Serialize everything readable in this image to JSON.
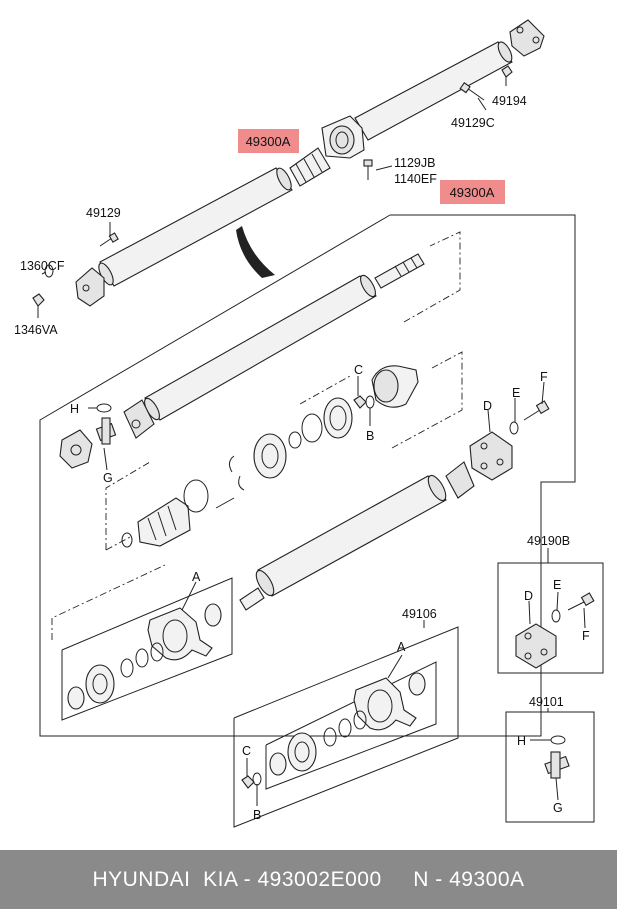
{
  "labels": {
    "top_49300A": "49300A",
    "mid_49300A": "49300A",
    "p49129": "49129",
    "p1360CF": "1360CF",
    "p1346VA": "1346VA",
    "p49194": "49194",
    "p49129C": "49129C",
    "p1129JB": "1129JB",
    "p1140EF": "1140EF",
    "A1": "A",
    "A2": "A",
    "B1": "B",
    "B2": "B",
    "C1": "C",
    "C2": "C",
    "D1": "D",
    "D2": "D",
    "E1": "E",
    "E2": "E",
    "F1": "F",
    "F2": "F",
    "G1": "G",
    "G2": "G",
    "H1": "H",
    "H2": "H",
    "p49106": "49106",
    "p49190B": "49190B",
    "p49101": "49101"
  },
  "footer": {
    "text": "HYUNDAI  KIA - 493002E000     N - 49300A"
  },
  "colors": {
    "highlight": "#f08c8c",
    "footer_bg": "#8a8a8a",
    "footer_text": "#ffffff"
  }
}
